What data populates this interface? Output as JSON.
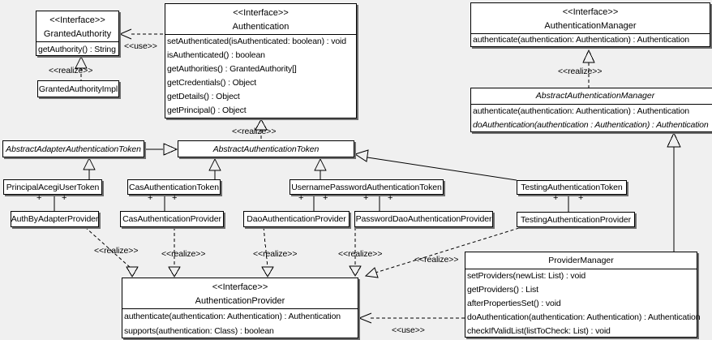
{
  "colors": {
    "background": "#f0f0f0",
    "box_fill": "#ffffff",
    "line": "#000000",
    "shadow": "#6e6e6e"
  },
  "labels": {
    "realize": "<<realize>>",
    "use": "<<use>>",
    "plus": "+"
  },
  "classes": {
    "granted_authority": {
      "stereotype": "<<Interface>>",
      "name": "GrantedAuthority",
      "methods": [
        "getAuthority() : String"
      ]
    },
    "granted_authority_impl": {
      "name": "GrantedAuthorityImpl"
    },
    "authentication": {
      "stereotype": "<<Interface>>",
      "name": "Authentication",
      "methods": [
        "setAuthenticated(isAuthenticated: boolean) : void",
        "isAuthenticated() : boolean",
        "getAuthorities() : GrantedAuthority[]",
        "getCredentials() : Object",
        "getDetails() : Object",
        "getPrincipal() : Object"
      ]
    },
    "authentication_manager": {
      "stereotype": "<<Interface>>",
      "name": "AuthenticationManager",
      "methods": [
        "authenticate(authentication: Authentication) : Authentication"
      ]
    },
    "abstract_authentication_manager": {
      "name": "AbstractAuthenticationManager",
      "methods": [
        "authenticate(authentication: Authentication) : Authentication",
        "doAuthentication(authentication : Authentication) : Authentication"
      ]
    },
    "abstract_adapter_authentication_token": {
      "name": "AbstractAdapterAuthenticationToken"
    },
    "abstract_authentication_token": {
      "name": "AbstractAuthenticationToken"
    },
    "principal_acegi_user_token": {
      "name": "PrincipalAcegiUserToken"
    },
    "cas_authentication_token": {
      "name": "CasAuthenticationToken"
    },
    "username_password_authentication_token": {
      "name": "UsernamePasswordAuthenticationToken"
    },
    "testing_authentication_token": {
      "name": "TestingAuthenticationToken"
    },
    "auth_by_adapter_provider": {
      "name": "AuthByAdapterProvider"
    },
    "cas_authentication_provider": {
      "name": "CasAuthenticationProvider"
    },
    "dao_authentication_provider": {
      "name": "DaoAuthenticationProvider"
    },
    "password_dao_authentication_provider": {
      "name": "PasswordDaoAuthenticationProvider"
    },
    "testing_authentication_provider": {
      "name": "TestingAuthenticationProvider"
    },
    "authentication_provider": {
      "stereotype": "<<Interface>>",
      "name": "AuthenticationProvider",
      "methods": [
        "authenticate(authentication: Authentication) : Authentication",
        "supports(authentication: Class) : boolean"
      ]
    },
    "provider_manager": {
      "name": "ProviderManager",
      "methods": [
        "setProviders(newList: List) : void",
        "getProviders() : List",
        "afterPropertiesSet() : void",
        "doAuthentication(authentication: Authentication) : Authentication",
        "checkIfValidList(listToCheck: List) : void"
      ]
    }
  }
}
